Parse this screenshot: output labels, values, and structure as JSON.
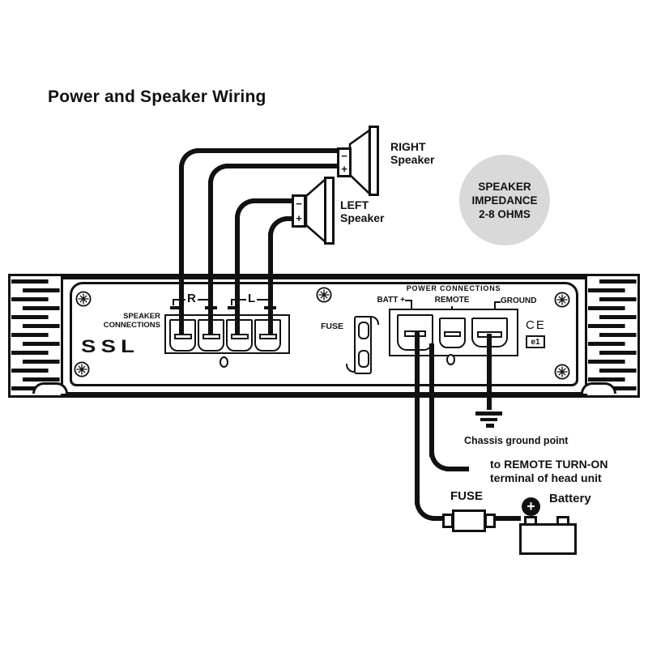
{
  "title": "Power and Speaker Wiring",
  "colors": {
    "ink": "#111111",
    "badge_bg": "#d9d9d9"
  },
  "badge": {
    "line1": "SPEAKER",
    "line2": "IMPEDANCE",
    "line3": "2-8 OHMS"
  },
  "speakers": {
    "right": {
      "name": "RIGHT",
      "type": "Speaker",
      "minus": "−",
      "plus": "+"
    },
    "left": {
      "name": "LEFT",
      "type": "Speaker",
      "minus": "−",
      "plus": "+"
    }
  },
  "amplifier": {
    "brand": "SSL",
    "speaker_section": {
      "label1": "SPEAKER",
      "label2": "CONNECTIONS",
      "right_channel": "R",
      "left_channel": "L"
    },
    "fuse_label": "FUSE",
    "power_section": {
      "title": "POWER CONNECTIONS",
      "batt": "BATT +",
      "remote": "REMOTE",
      "ground": "GROUND"
    },
    "certifications": {
      "ce": "CE",
      "e1": "e1"
    }
  },
  "external": {
    "chassis_ground": "Chassis ground point",
    "remote_note1": "to REMOTE TURN-ON",
    "remote_note2": "terminal of head unit",
    "fuse_label": "FUSE",
    "battery_label": "Battery",
    "battery_plus": "+"
  }
}
